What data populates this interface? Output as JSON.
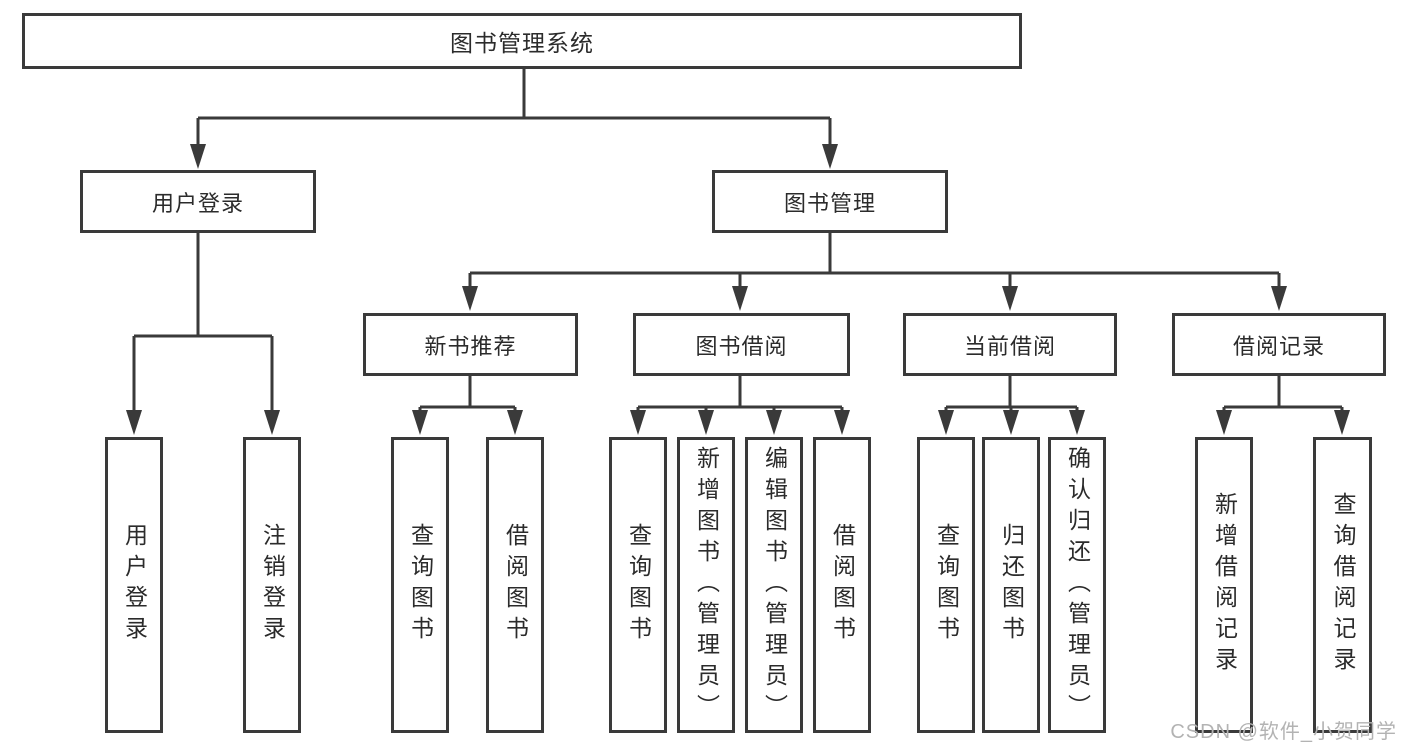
{
  "tree": {
    "label": "图书管理系统",
    "children": [
      {
        "label": "用户登录",
        "children": [
          {
            "label": "用户登录"
          },
          {
            "label": "注销登录"
          }
        ]
      },
      {
        "label": "图书管理",
        "children": [
          {
            "label": "新书推荐",
            "children": [
              {
                "label": "查询图书"
              },
              {
                "label": "借阅图书"
              }
            ]
          },
          {
            "label": "图书借阅",
            "children": [
              {
                "label": "查询图书"
              },
              {
                "label": "新增图书（管理员）"
              },
              {
                "label": "编辑图书（管理员）"
              },
              {
                "label": "借阅图书"
              }
            ]
          },
          {
            "label": "当前借阅",
            "children": [
              {
                "label": "查询图书"
              },
              {
                "label": "归还图书"
              },
              {
                "label": "确认归还（管理员）"
              }
            ]
          },
          {
            "label": "借阅记录",
            "children": [
              {
                "label": "新增借阅记录"
              },
              {
                "label": "查询借阅记录"
              }
            ]
          }
        ]
      }
    ]
  },
  "watermark": {
    "text": "CSDN @软件_小贺同学"
  },
  "colors": {
    "line": "#3a3a3a",
    "box_border": "#3a3a3a",
    "box_background": "#ffffff",
    "text": "#2b2b2b",
    "watermark": "#b3b3b3"
  }
}
